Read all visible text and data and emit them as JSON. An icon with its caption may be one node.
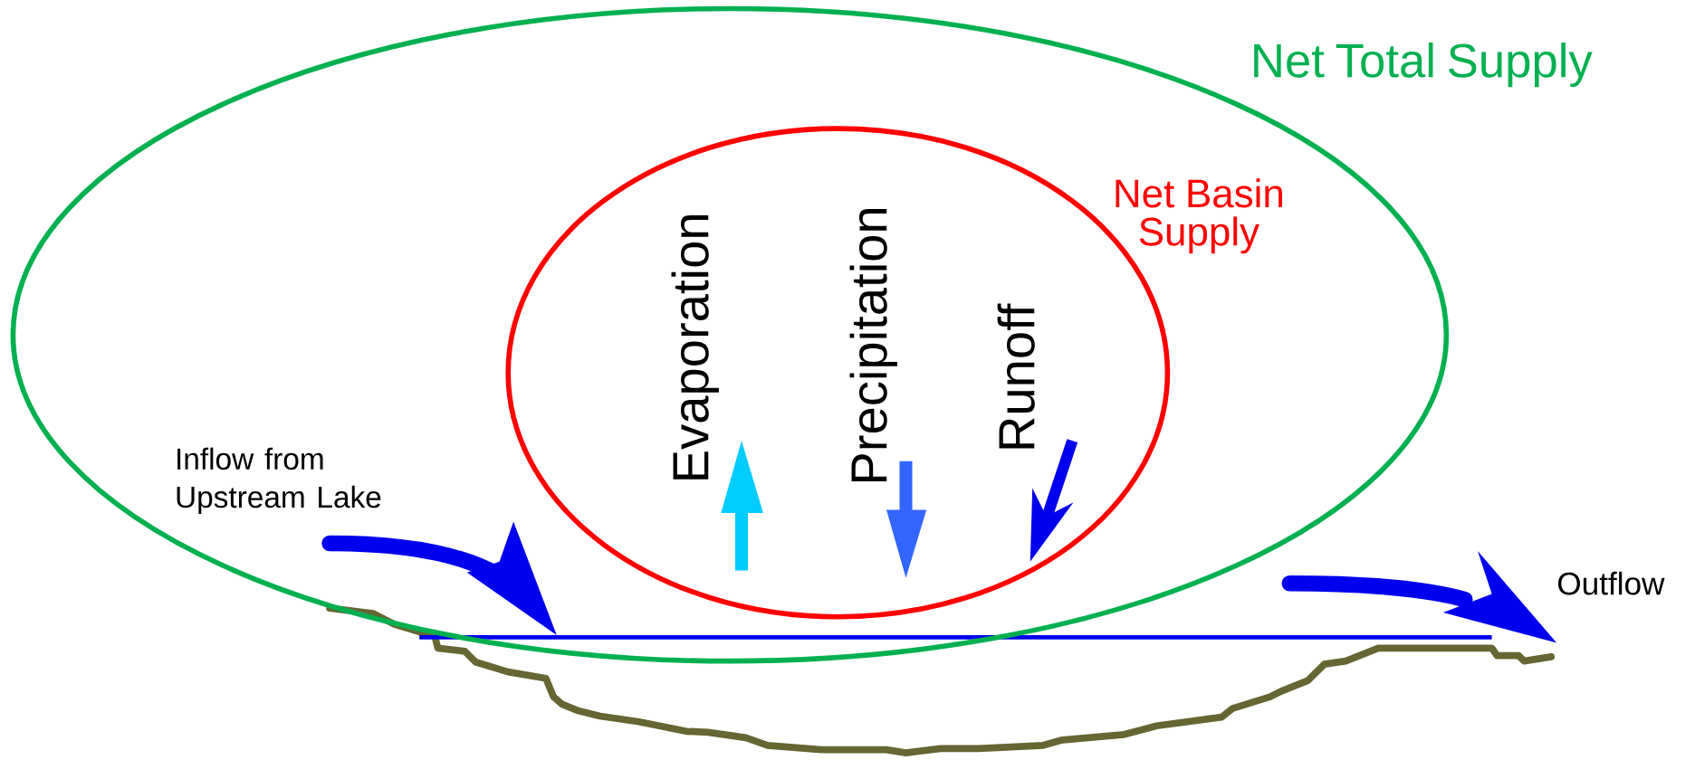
{
  "diagram": {
    "nodes": [
      {
        "text": [
          "Net Total Supply"
        ]
      },
      {
        "text": [
          "Net Basin Supply"
        ],
        "in": 0
      }
    ],
    "labels": [
      "Evaporation",
      "Precipitation",
      "Runoff",
      "Inflow from Upstream Lake",
      "Outflow"
    ]
  }
}
